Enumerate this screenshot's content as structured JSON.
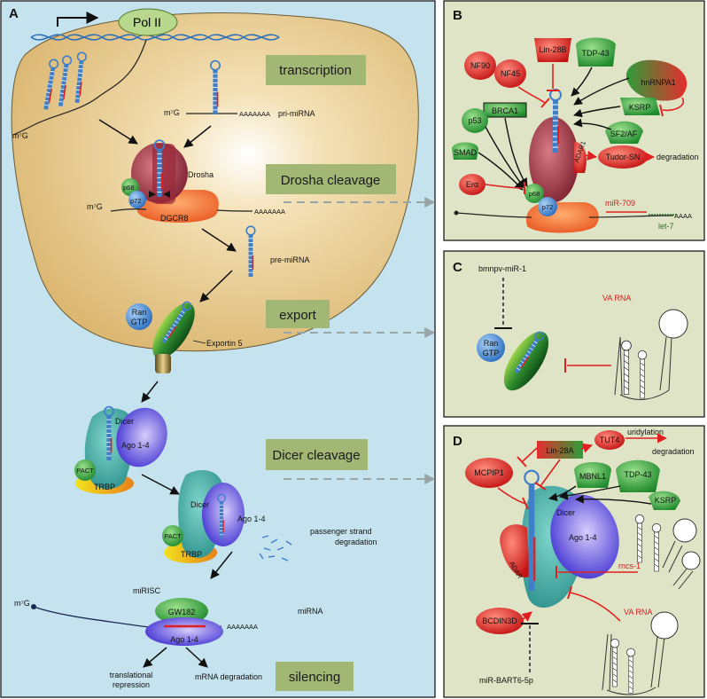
{
  "panels": {
    "A": {
      "letter": "A",
      "stages": {
        "transcription": "transcription",
        "drosha": "Drosha cleavage",
        "export": "export",
        "dicer": "Dicer cleavage",
        "silencing": "silencing"
      },
      "labels": {
        "pol2": "Pol II",
        "pri_mirna": "pri-miRNA",
        "m7g": "m⁷G",
        "poly_a": "AAAAAAA",
        "drosha": "Drosha",
        "p68": "p68",
        "p72": "p72",
        "dgcr8": "DGCR8",
        "pre_mirna": "pre-miRNA",
        "ran": "Ran",
        "gtp": "GTP",
        "exportin5": "Exportin 5",
        "dicer": "Dicer",
        "ago": "Ago 1-4",
        "pact": "PACT",
        "trbp": "TRBP",
        "passenger": "passenger strand",
        "passenger2": "degradation",
        "mirisc": "miRISC",
        "gw182": "GW182",
        "mirna": "miRNA",
        "translational": "translational",
        "repression": "repression",
        "mrna_deg": "mRNA degradation"
      }
    },
    "B": {
      "letter": "B",
      "labels": {
        "lin28b": "Lin-28B",
        "tdp43": "TDP-43",
        "nf90": "NF90",
        "nf45": "NF45",
        "hnrnpa1": "hnRNPA1",
        "ksrp": "KSRP",
        "brca1": "BRCA1",
        "p53": "p53",
        "smad": "SMAD",
        "sf2": "SF2/AF",
        "er": "Erα",
        "p68": "p68",
        "p72": "p72",
        "adar": "ADAR1",
        "tudor": "Tudor-SN",
        "degradation": "degradation",
        "mir709": "miR-709",
        "let7": "let-7",
        "poly_a": "AAAA"
      }
    },
    "C": {
      "letter": "C",
      "labels": {
        "bmnpv": "bmnpv-miR-1",
        "va_rna": "VA RNA",
        "ran": "Ran",
        "gtp": "GTP"
      }
    },
    "D": {
      "letter": "D",
      "labels": {
        "lin28a": "Lin-28A",
        "tut4": "TUT4",
        "uridylation": "uridylation",
        "degradation": "degradation",
        "mcpip1": "MCPIP1",
        "mbnl1": "MBNL1",
        "tdp43": "TDP-43",
        "ksrp": "KSRP",
        "dicer": "Dicer",
        "ago": "Ago 1-4",
        "adar": "ADAR",
        "rncs1": "rncs-1",
        "bcdin3d": "BCDIN3D",
        "va_rna": "VA RNA",
        "bart": "miR-BART6-5p"
      }
    }
  },
  "colors": {
    "panel_bg_A": "#c5e3ee",
    "cell": "#e9cd8f",
    "panel_bg_right": "#dfe4c6",
    "stage_box": "#a3b775",
    "green_protein": "#49b649",
    "red_protein": "#e52d2d",
    "rna_blue": "#3f7ec9",
    "inhibit_red": "#e02020"
  }
}
